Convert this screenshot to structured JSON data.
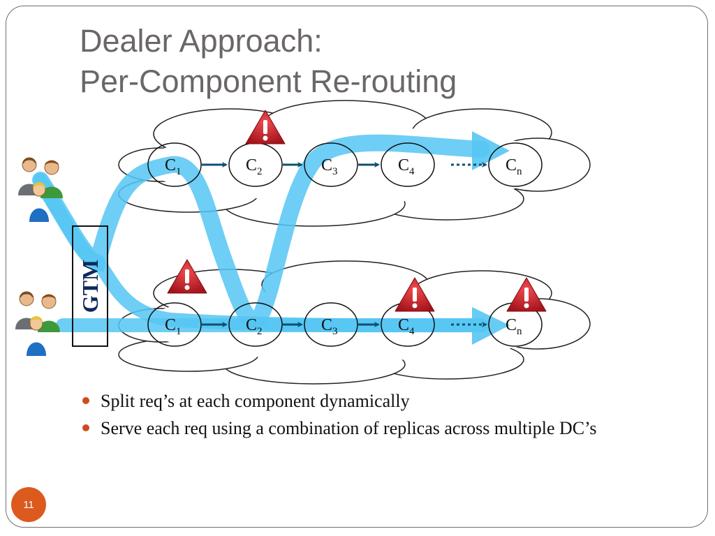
{
  "title": {
    "line1": "Dealer Approach:",
    "line2": "Per-Component Re-routing"
  },
  "diagram": {
    "gtm_label": "GTM",
    "top_row": [
      {
        "main": "C",
        "sub": "1"
      },
      {
        "main": "C",
        "sub": "2"
      },
      {
        "main": "C",
        "sub": "3"
      },
      {
        "main": "C",
        "sub": "4"
      },
      {
        "main": "C",
        "sub": "n"
      }
    ],
    "bottom_row": [
      {
        "main": "C",
        "sub": "1"
      },
      {
        "main": "C",
        "sub": "2"
      },
      {
        "main": "C",
        "sub": "3"
      },
      {
        "main": "C",
        "sub": "4"
      },
      {
        "main": "C",
        "sub": "n"
      }
    ],
    "icons": [
      "users-group-icon",
      "warning-icon"
    ],
    "colors": {
      "flow": "#55c6f3",
      "arrow": "#114f73",
      "warning": "#c81d24",
      "outline": "#222222"
    }
  },
  "bullets": [
    "Split req’s at each component dynamically",
    "Serve each req using a combination of replicas across multiple DC’s"
  ],
  "page_number": "11",
  "colors": {
    "title": "#6b6766",
    "bullet_dot": "#d04a1c",
    "page_badge": "#dc5a1e"
  }
}
